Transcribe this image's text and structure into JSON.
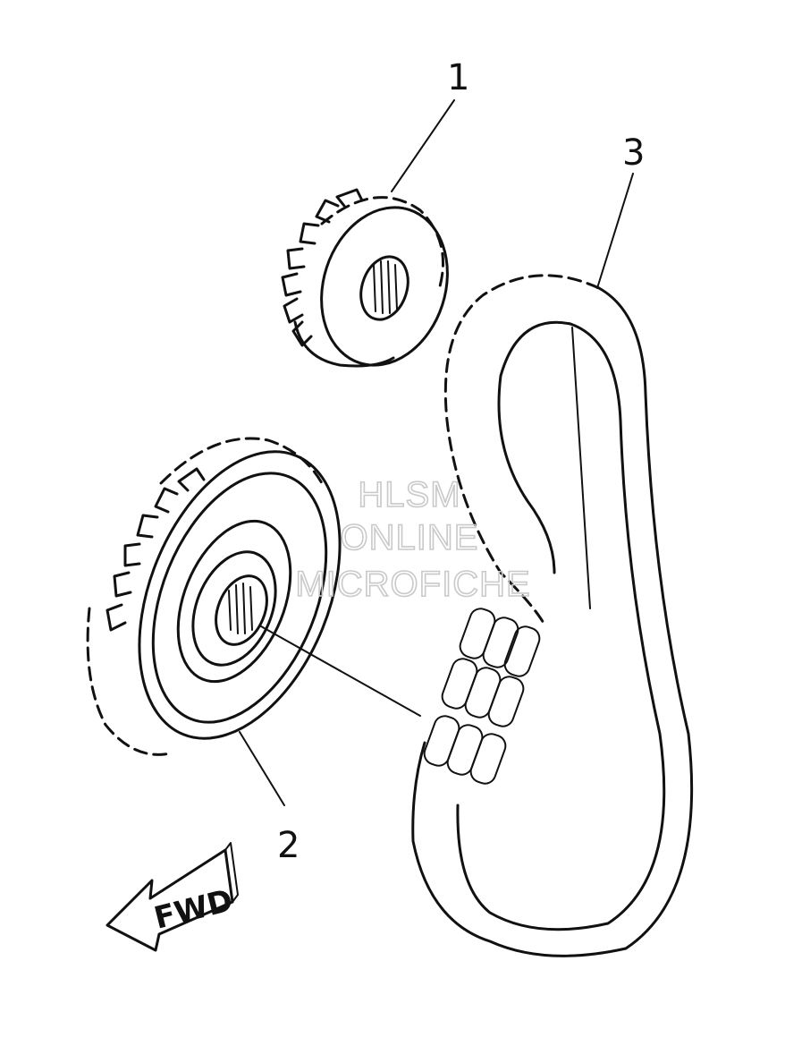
{
  "callouts": {
    "part1": "1",
    "part2": "2",
    "part3": "3"
  },
  "direction_arrow": {
    "label": "FWD"
  },
  "watermark": {
    "line1": "HLSM",
    "line2": "ONLINE",
    "line3": "MICROFICHE"
  },
  "colors": {
    "ink": "#111111",
    "paper": "#ffffff",
    "watermark": "#c9c9c9"
  }
}
